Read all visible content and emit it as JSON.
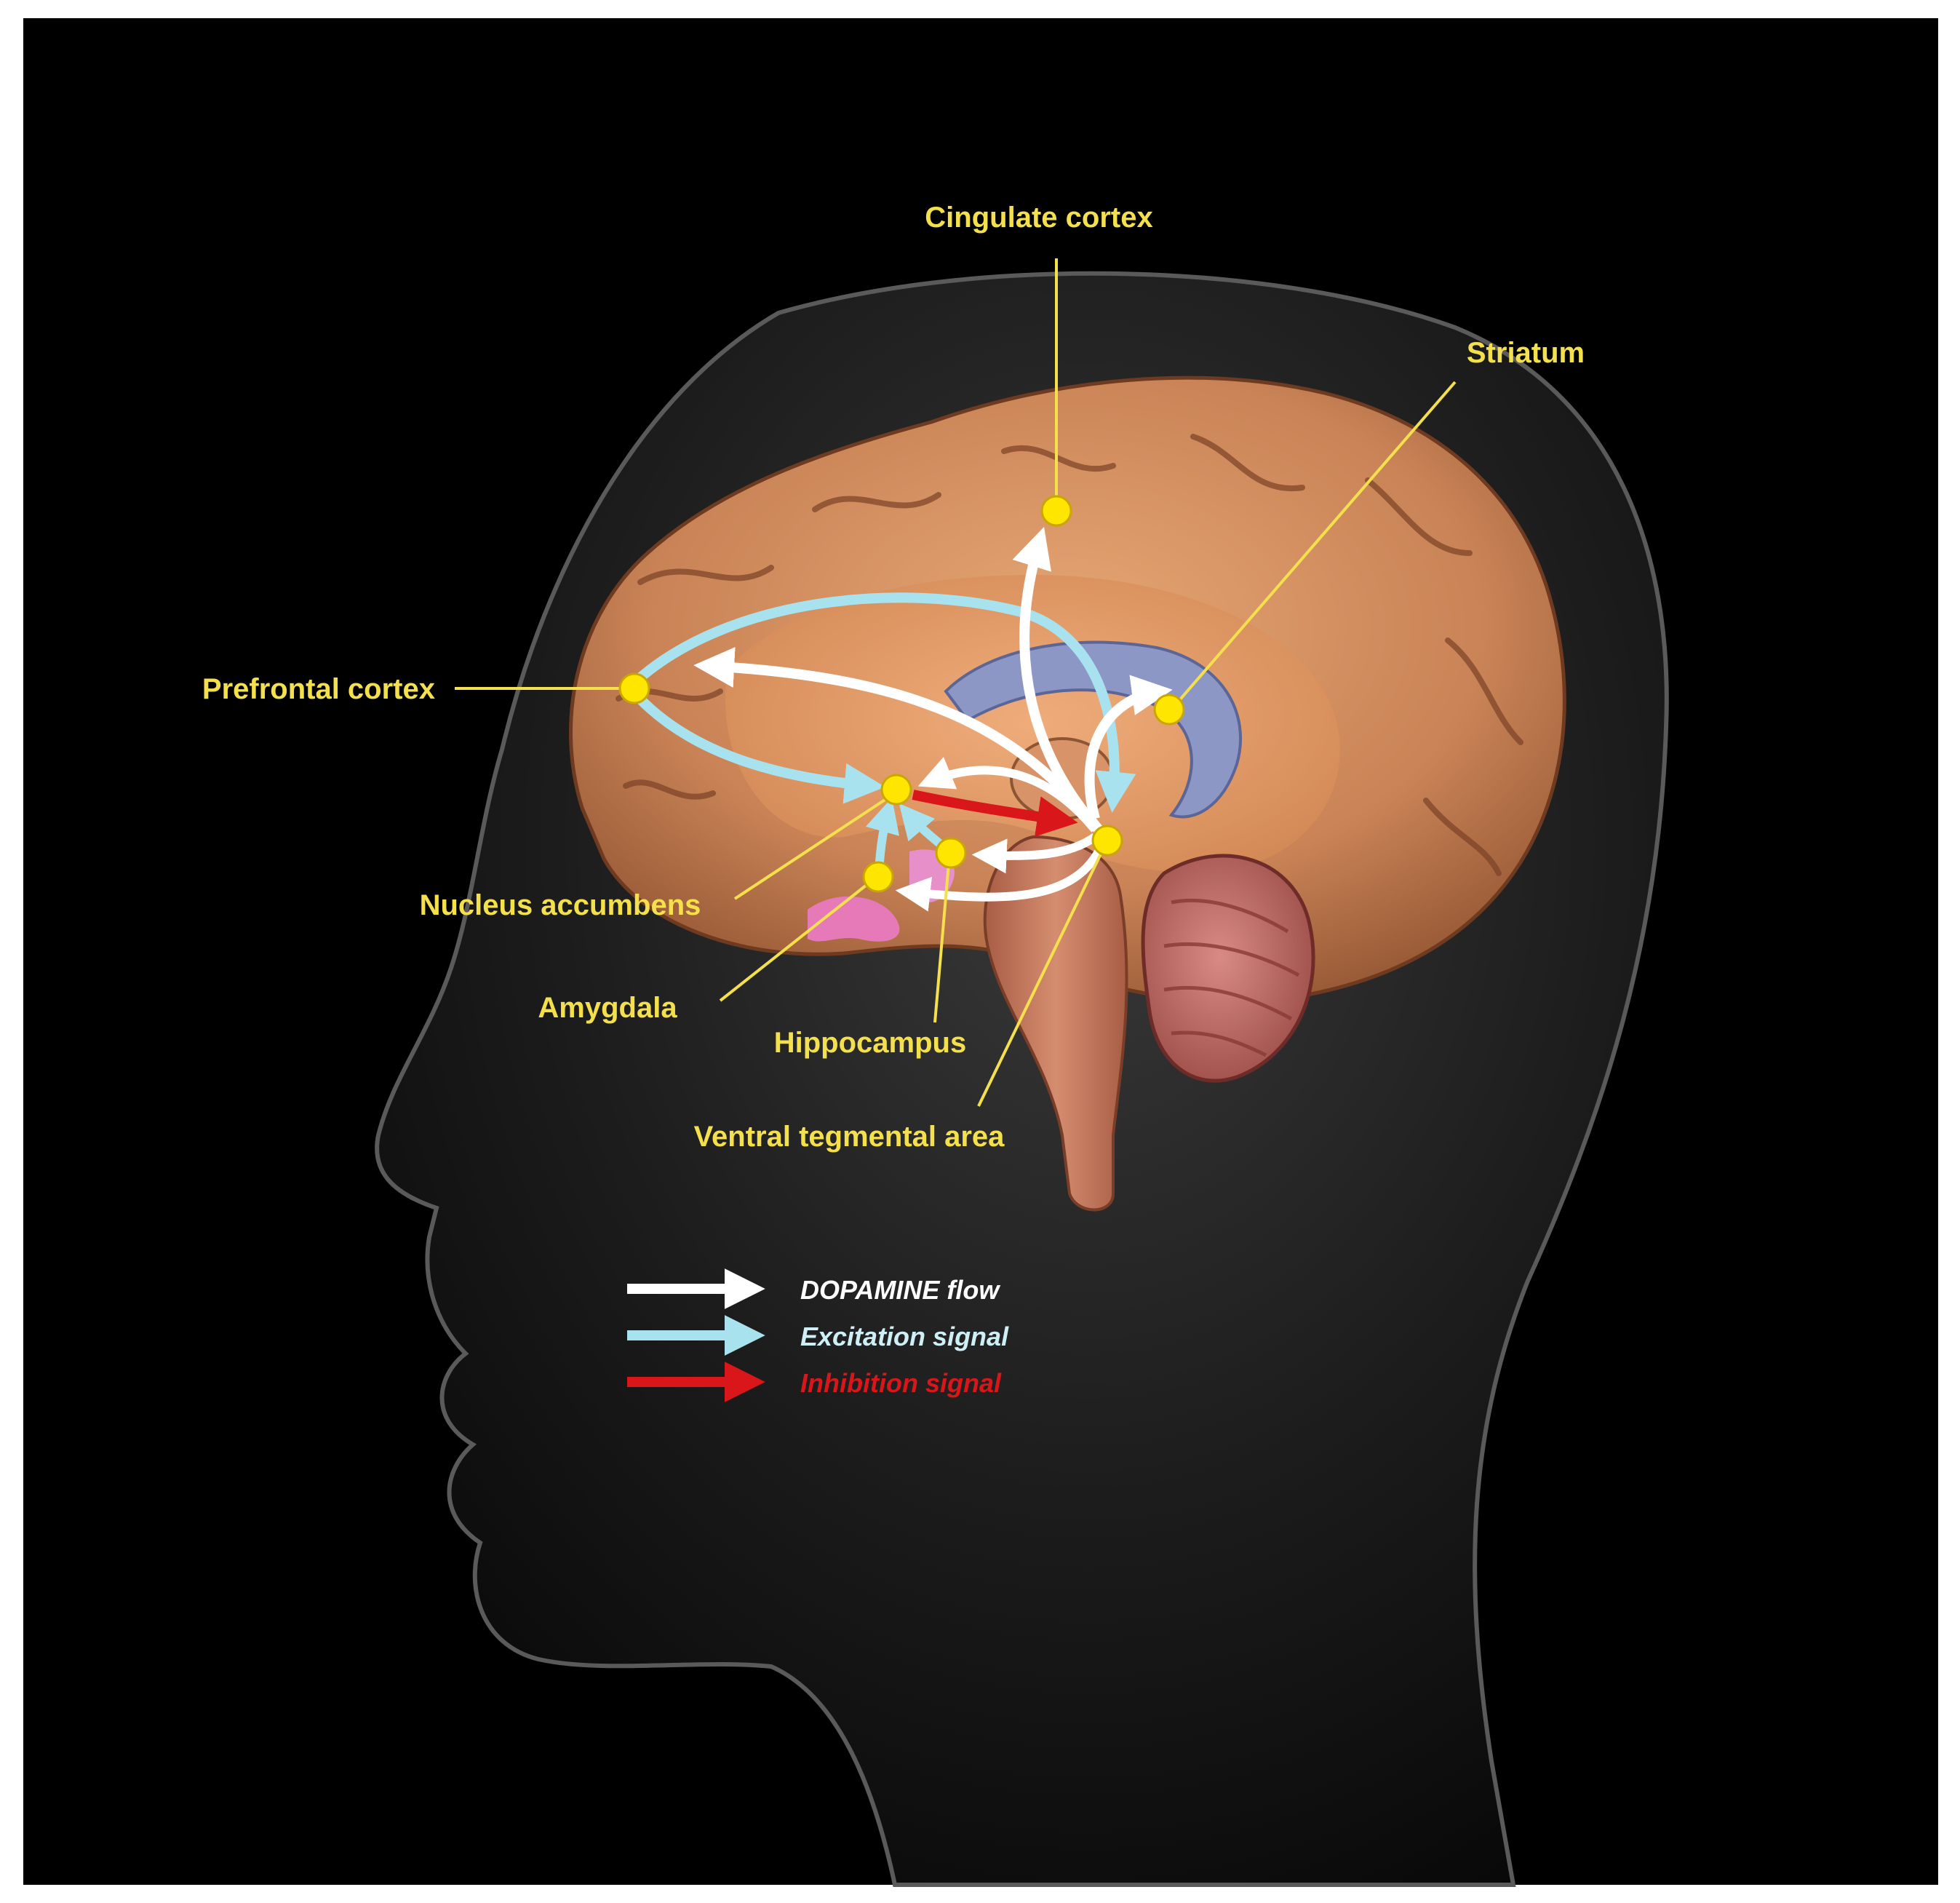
{
  "colors": {
    "label": "#f4e04d",
    "node": "#ffe600",
    "dopamine": "#ffffff",
    "excitation": "#a9e2ef",
    "inhibition": "#d9161a",
    "background": "#000000",
    "frame": "#ffffff"
  },
  "regions": [
    {
      "id": "cingulate",
      "label": "Cingulate cortex"
    },
    {
      "id": "striatum",
      "label": "Striatum"
    },
    {
      "id": "prefrontal",
      "label": "Prefrontal cortex"
    },
    {
      "id": "accumbens",
      "label": "Nucleus accumbens"
    },
    {
      "id": "amygdala",
      "label": "Amygdala"
    },
    {
      "id": "hippocampus",
      "label": "Hippocampus"
    },
    {
      "id": "vta",
      "label": "Ventral tegmental area"
    }
  ],
  "legend": [
    {
      "id": "dopamine",
      "label": "DOPAMINE flow",
      "color": "#ffffff"
    },
    {
      "id": "excitation",
      "label": "Excitation signal",
      "color": "#a9e2ef"
    },
    {
      "id": "inhibition",
      "label": "Inhibition signal",
      "color": "#d9161a"
    }
  ],
  "pathways": [
    {
      "type": "dopamine",
      "from": "Ventral tegmental area",
      "to": "Prefrontal cortex"
    },
    {
      "type": "dopamine",
      "from": "Ventral tegmental area",
      "to": "Cingulate cortex"
    },
    {
      "type": "dopamine",
      "from": "Ventral tegmental area",
      "to": "Striatum"
    },
    {
      "type": "dopamine",
      "from": "Ventral tegmental area",
      "to": "Nucleus accumbens"
    },
    {
      "type": "dopamine",
      "from": "Ventral tegmental area",
      "to": "Hippocampus"
    },
    {
      "type": "dopamine",
      "from": "Ventral tegmental area",
      "to": "Amygdala"
    },
    {
      "type": "excitation",
      "from": "Prefrontal cortex",
      "to": "Nucleus accumbens"
    },
    {
      "type": "excitation",
      "from": "Prefrontal cortex",
      "to": "Ventral tegmental area"
    },
    {
      "type": "excitation",
      "from": "Amygdala",
      "to": "Nucleus accumbens"
    },
    {
      "type": "excitation",
      "from": "Hippocampus",
      "to": "Nucleus accumbens"
    },
    {
      "type": "inhibition",
      "from": "Nucleus accumbens",
      "to": "Ventral tegmental area"
    }
  ]
}
